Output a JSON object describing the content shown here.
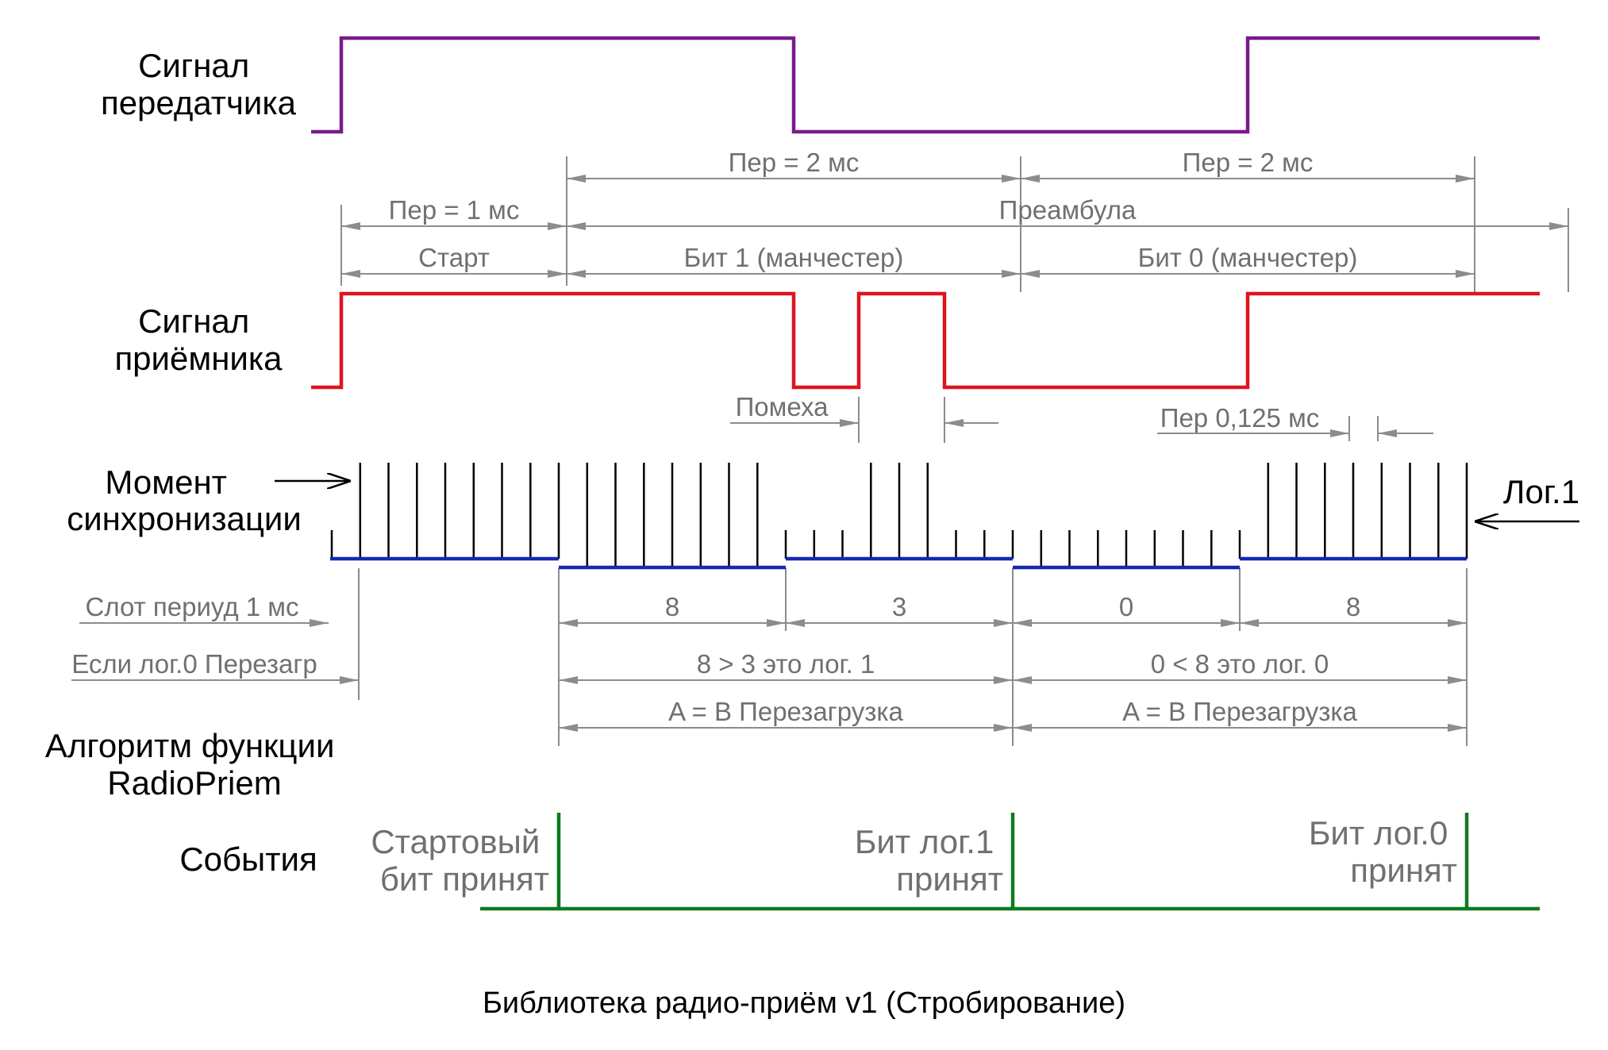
{
  "labels": {
    "tx_signal": [
      "Сигнал",
      "передатчика"
    ],
    "rx_signal": [
      "Сигнал",
      "приёмника"
    ],
    "sync_moment": [
      "Момент",
      "синхронизации"
    ],
    "algorithm": [
      "Алгоритм функции",
      "RadioPriem"
    ],
    "events": "События",
    "log1": "Лог.1",
    "caption": "Библиотека радио-приём v1 (Стробирование)"
  },
  "dimensions": {
    "per_2ms_a": "Пер = 2 мс",
    "per_2ms_b": "Пер = 2 мс",
    "per_1ms": "Пер = 1 мс",
    "preamble": "Преамбула",
    "start": "Старт",
    "bit1": "Бит 1 (манчестер)",
    "bit0": "Бит 0 (манчестер)",
    "noise": "Помеха",
    "per_0125": "Пер 0,125 мс"
  },
  "slots": {
    "slot_label": "Слот периуд 1 мс",
    "counts": [
      "8",
      "3",
      "0",
      "8"
    ],
    "if_log0": "Если лог.0 Перезагр",
    "cmp_1": "8 > 3  это лог. 1",
    "cmp_0": "0 < 8  это лог. 0",
    "reset_1": "A = B  Перезагрузка",
    "reset_2": "A = B  Перезагрузка"
  },
  "event_texts": {
    "start_bit": [
      "Стартовый",
      "бит принят"
    ],
    "bit_log1": [
      "Бит лог.1",
      "принят"
    ],
    "bit_log0": [
      "Бит лог.0",
      "принят"
    ]
  },
  "colors": {
    "tx": "#7a1a8c",
    "rx": "#e0141e",
    "slot": "#1428b4",
    "event": "#0e7a1e",
    "dim": "#8c8c8c"
  }
}
